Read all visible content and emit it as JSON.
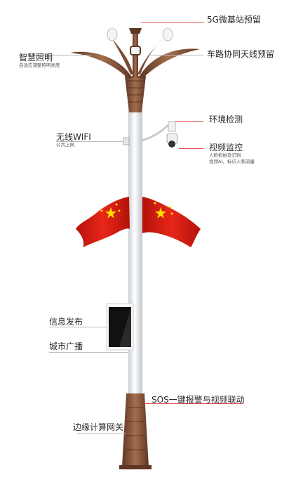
{
  "callouts": {
    "antenna_5g": "5G微基站预留",
    "smart_lighting": "智慧照明",
    "smart_lighting_sub": "自适应调整照明亮度",
    "vehicle_antenna": "车路协同天线预留",
    "env_monitor": "环境检测",
    "wifi": "无线WIFI",
    "wifi_sub": "公共上网",
    "video_monitor": "视频监控",
    "video_monitor_sub1": "人脸抓拍及识别",
    "video_monitor_sub2": "视频AI、标识人和流量",
    "info_release": "信息发布",
    "city_broadcast": "城市广播",
    "sos": "SOS一键报警与视频联动",
    "edge_compute": "边缘计算网关"
  },
  "colors": {
    "pole": "#e9ecef",
    "bronze": "#8b5a3c",
    "bronze_dark": "#5e3623",
    "flag_red": "#d81e06",
    "star_yellow": "#ffde00",
    "leader": "#e24a4a",
    "screen": "#111111"
  }
}
